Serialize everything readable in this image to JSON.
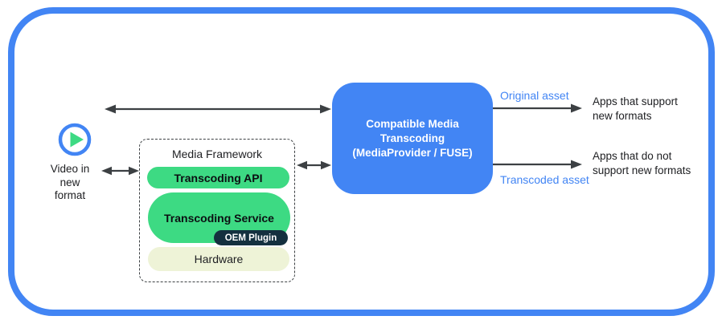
{
  "diagram": {
    "source": {
      "icon": "play-icon",
      "label": "Video in\nnew\nformat"
    },
    "media_framework": {
      "title": "Media Framework",
      "transcoding_api": "Transcoding API",
      "transcoding_service": "Transcoding Service",
      "oem_plugin": "OEM Plugin",
      "hardware": "Hardware"
    },
    "transcoder": {
      "label": "Compatible Media\nTranscoding\n(MediaProvider / FUSE)"
    },
    "flows": {
      "original_asset": "Original asset",
      "transcoded_asset": "Transcoded asset",
      "apps_support": "Apps that support\nnew formats",
      "apps_not_support": "Apps that do not\nsupport new formats"
    },
    "colors": {
      "accent_blue": "#4285f4",
      "pill_green": "#3dda83",
      "oem_navy": "#14303f",
      "hardware_cream": "#eef3d7",
      "arrow_gray": "#3c4043"
    }
  }
}
